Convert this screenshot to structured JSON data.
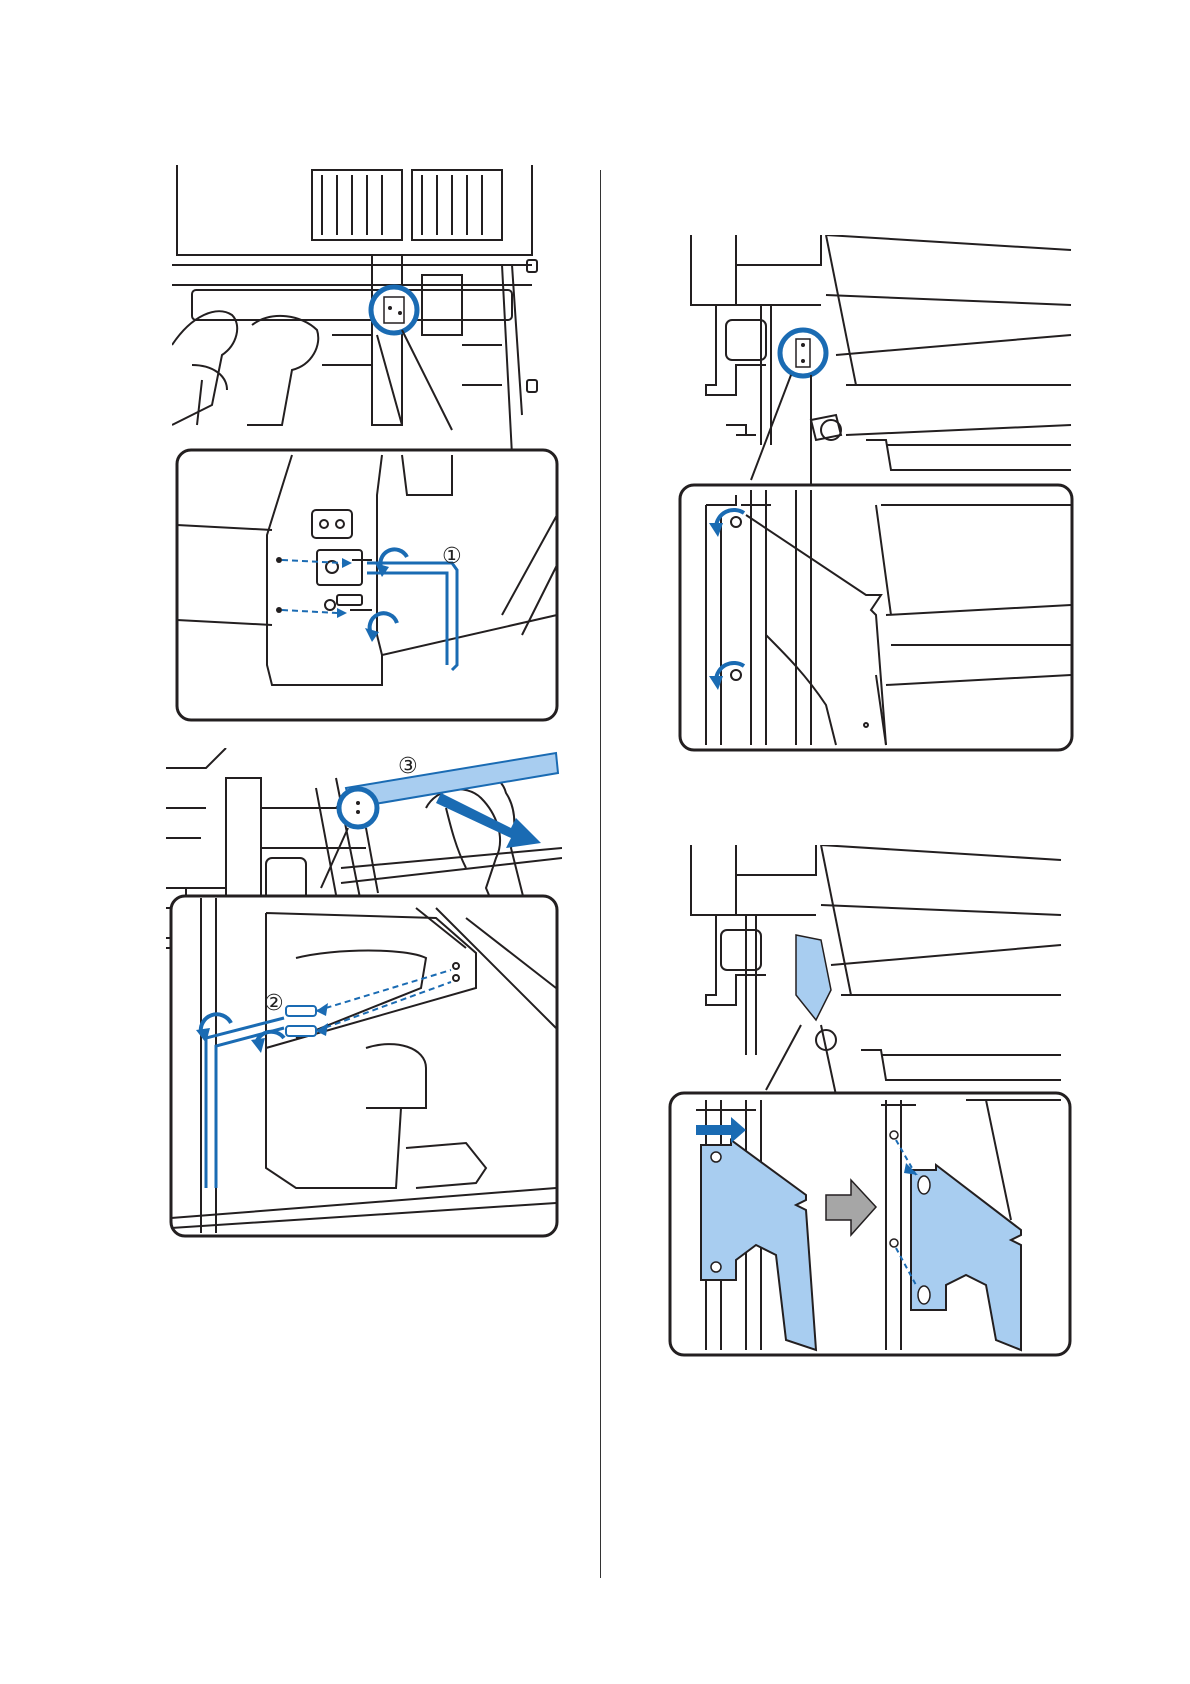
{
  "colors": {
    "line": "#231f20",
    "accent_blue": "#1a6bb3",
    "part_fill": "#a8cdf0",
    "gray_arrow": "#a6a6a6"
  },
  "figures": [
    {
      "id": "fig-top-left",
      "step_markers": [
        "①"
      ]
    },
    {
      "id": "fig-bottom-left",
      "step_markers": [
        "②",
        "③"
      ]
    },
    {
      "id": "fig-top-right",
      "step_markers": []
    },
    {
      "id": "fig-bottom-right",
      "step_markers": []
    }
  ]
}
